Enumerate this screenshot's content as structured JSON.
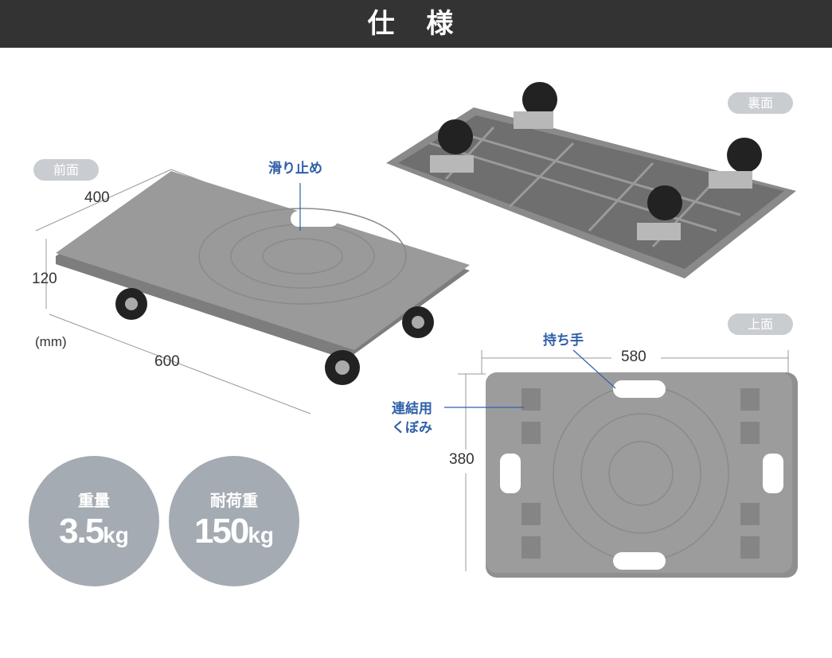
{
  "header": {
    "title": "仕 様"
  },
  "views": {
    "front": "前面",
    "back": "裏面",
    "top": "上面"
  },
  "front_dims": {
    "depth": "400",
    "height": "120",
    "unit": "(mm)",
    "width": "600"
  },
  "top_dims": {
    "width": "580",
    "depth": "380"
  },
  "callouts": {
    "anti_slip": "滑り止め",
    "handle": "持ち手",
    "coupling_line1": "連結用",
    "coupling_line2": "くぼみ"
  },
  "specs": [
    {
      "label": "重量",
      "value": "3.5",
      "unit": "kg"
    },
    {
      "label": "耐荷重",
      "value": "150",
      "unit": "kg"
    }
  ],
  "colors": {
    "header": "#333333",
    "pill": "#c9ccd0",
    "callout": "#2f5fa8",
    "circle": "#a4abb3",
    "product": "#8e8e8e"
  }
}
